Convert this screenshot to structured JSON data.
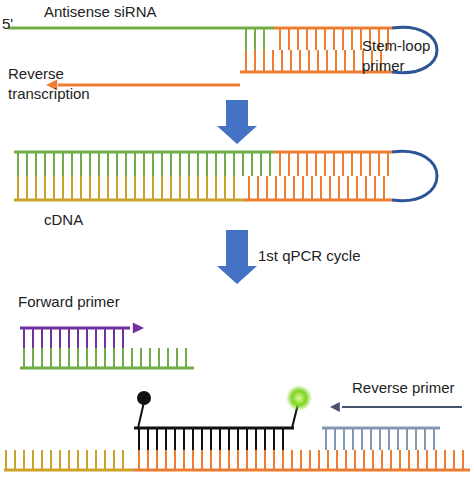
{
  "diagram": {
    "labels": [
      "Antisense siRNA",
      "5'",
      "Stem-loop primer",
      "Reverse transcription",
      "cDNA",
      "1st qPCR cycle",
      "Forward primer",
      "Reverse primer"
    ]
  }
}
